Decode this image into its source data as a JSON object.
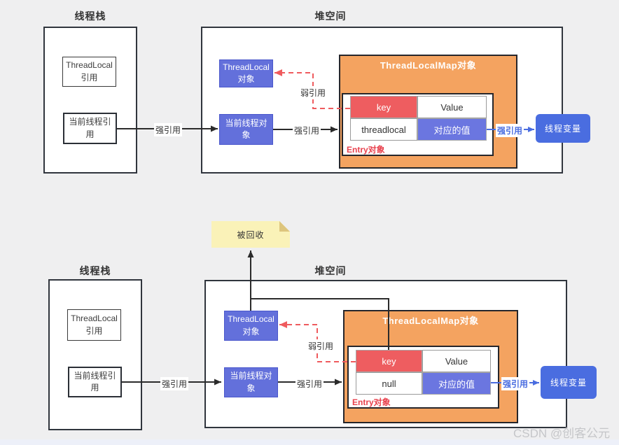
{
  "watermark": "CSDN @创客公元",
  "colors": {
    "background": "#efeff0",
    "blue_box": "#6370db",
    "orange_box": "#f4a360",
    "key_red": "#ee5d60",
    "value_blue": "#6b76e0",
    "thread_var_blue": "#4a6de0",
    "note_yellow": "#faf2b8",
    "weak_ref_red": "#ef5b5e"
  },
  "top": {
    "stack_title": "线程栈",
    "heap_title": "堆空间",
    "threadlocal_ref": "ThreadLocal 引用",
    "current_thread_ref": "当前线程引用",
    "threadlocal_obj": "ThreadLocal 对象",
    "current_thread_obj": "当前线程对象",
    "labels": {
      "strong_ref_1": "强引用",
      "strong_ref_2": "强引用",
      "weak_ref": "弱引用",
      "strong_ref_3": "强引用"
    },
    "map_title": "ThreadLocalMap对象",
    "table": {
      "key_header": "key",
      "value_header": "Value",
      "key_cell": "threadlocal",
      "value_cell": "对应的值"
    },
    "entry_label": "Entry对象",
    "thread_var": "线程变量"
  },
  "bottom": {
    "recycled_note": "被回收",
    "stack_title": "线程栈",
    "heap_title": "堆空间",
    "threadlocal_ref": "ThreadLocal 引用",
    "current_thread_ref": "当前线程引用",
    "threadlocal_obj": "ThreadLocal 对象",
    "current_thread_obj": "当前线程对象",
    "labels": {
      "strong_ref_1": "强引用",
      "strong_ref_2": "强引用",
      "weak_ref": "弱引用",
      "strong_ref_3": "强引用"
    },
    "map_title": "ThreadLocalMap对象",
    "table": {
      "key_header": "key",
      "value_header": "Value",
      "key_cell": "null",
      "value_cell": "对应的值"
    },
    "entry_label": "Entry对象",
    "thread_var": "线程变量"
  }
}
